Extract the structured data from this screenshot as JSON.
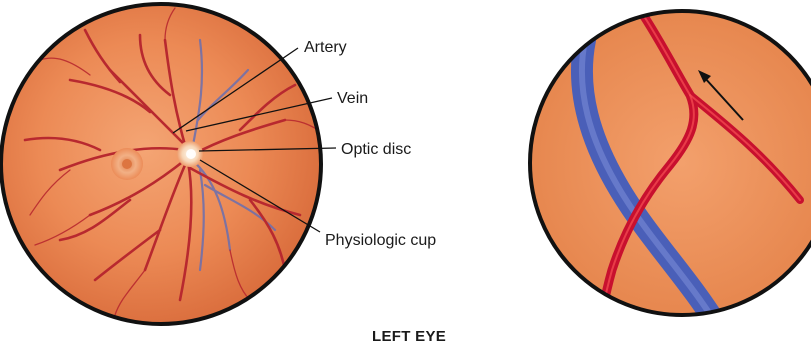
{
  "labels": {
    "artery": "Artery",
    "vein": "Vein",
    "optic_disc": "Optic disc",
    "physiologic_cup": "Physiologic cup"
  },
  "caption": "LEFT EYE",
  "colors": {
    "fundus": "#e8834f",
    "artery": "#c8102e",
    "vein": "#4a5fb8",
    "border": "#111111"
  }
}
